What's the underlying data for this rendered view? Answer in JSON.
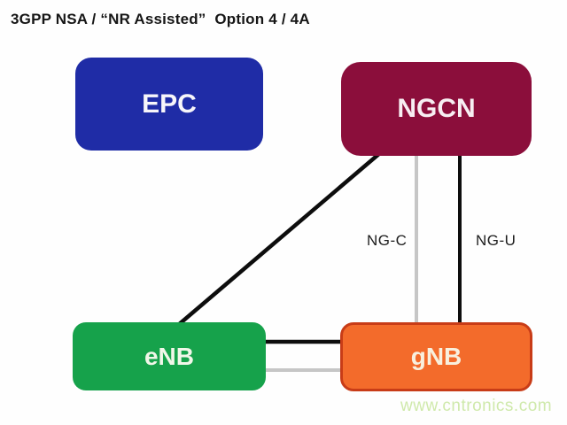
{
  "title": "3GPP NSA / “NR Assisted”  Option 4 / 4A",
  "nodes": [
    {
      "id": "epc",
      "label": "EPC",
      "fill": "#1f2ca6",
      "text_color": "#f7f6fa"
    },
    {
      "id": "ngcn",
      "label": "NGCN",
      "fill": "#8b0e3b",
      "text_color": "#f7eef2"
    },
    {
      "id": "enb",
      "label": "eNB",
      "fill": "#16a24b",
      "text_color": "#f1f7e9"
    },
    {
      "id": "gnb",
      "label": "gNB",
      "fill": "#f36b2b",
      "border_color": "#c83c17",
      "text_color": "#f8f0de"
    }
  ],
  "edges": [
    {
      "from": "ngcn",
      "to": "enb",
      "label": "",
      "color": "#0d0d0d",
      "orientation": "diagonal"
    },
    {
      "from": "ngcn",
      "to": "gnb",
      "label": "NG-C",
      "color": "#c6c6c6",
      "orientation": "vertical"
    },
    {
      "from": "ngcn",
      "to": "gnb",
      "label": "NG-U",
      "color": "#0d0d0d",
      "orientation": "vertical"
    },
    {
      "from": "enb",
      "to": "gnb",
      "label": "",
      "color": "#0d0d0d",
      "orientation": "horizontal"
    },
    {
      "from": "enb",
      "to": "gnb",
      "label": "",
      "color": "#c6c6c6",
      "orientation": "horizontal"
    }
  ],
  "watermark": "www.cntronics.com"
}
